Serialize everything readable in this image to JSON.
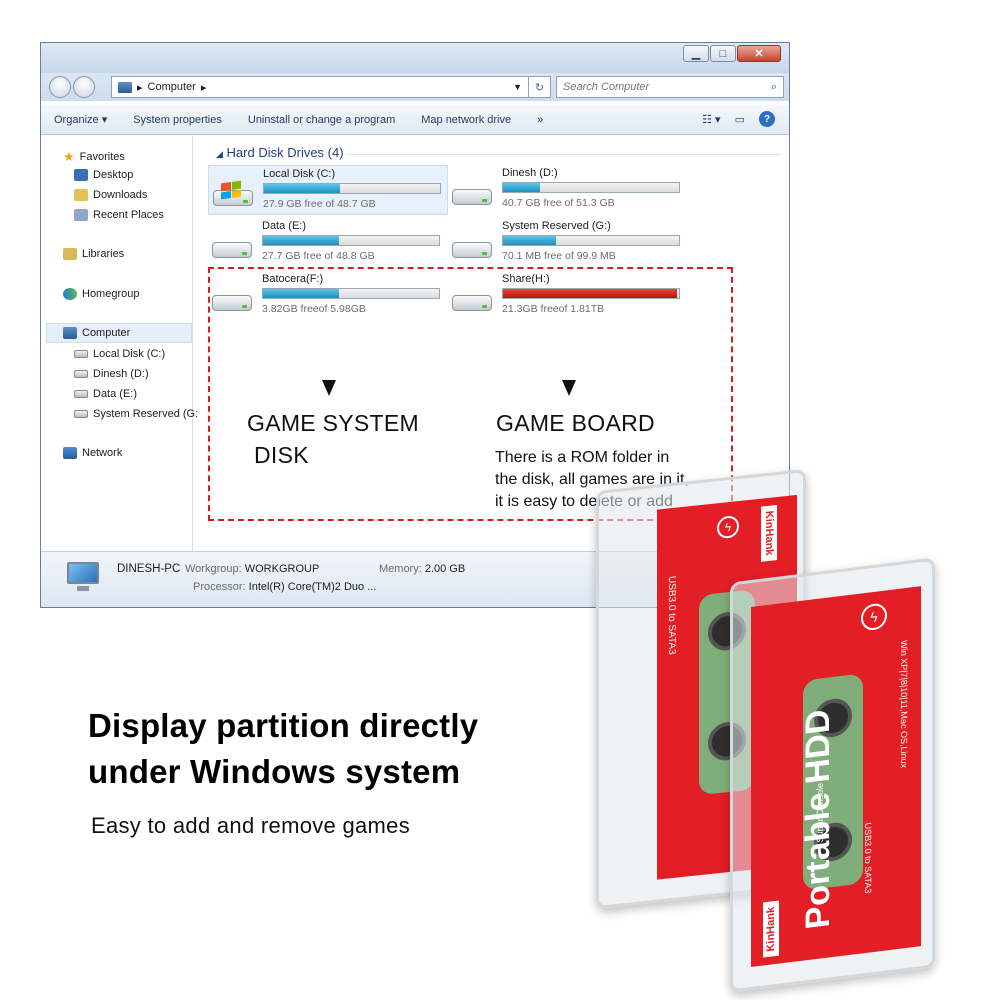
{
  "explorer": {
    "address": {
      "root_label": "Computer"
    },
    "search": {
      "placeholder": "Search Computer"
    },
    "toolbar": {
      "organize": "Organize",
      "system_properties": "System properties",
      "uninstall": "Uninstall or change a program",
      "map_drive": "Map network drive",
      "more": "»"
    },
    "sidebar": {
      "favorites": "Favorites",
      "desktop": "Desktop",
      "downloads": "Downloads",
      "recent": "Recent Places",
      "libraries": "Libraries",
      "homegroup": "Homegroup",
      "computer": "Computer",
      "local_c": "Local Disk (C:)",
      "dinesh_d": "Dinesh (D:)",
      "data_e": "Data (E:)",
      "reserved_g": "System Reserved (G:",
      "network": "Network"
    },
    "group_header": "Hard Disk Drives (4)",
    "drives": [
      {
        "name": "Local Disk (C:)",
        "free": "27.9 GB free of 48.7 GB",
        "used_fraction": 0.43
      },
      {
        "name": "Dinesh (D:)",
        "free": "40.7 GB free of 51.3 GB",
        "used_fraction": 0.21
      },
      {
        "name": "Data (E:)",
        "free": "27.7 GB free of 48.8 GB",
        "used_fraction": 0.43
      },
      {
        "name": "System Reserved (G:)",
        "free": "70.1 MB free of 99.9 MB",
        "used_fraction": 0.3
      },
      {
        "name": "Batocera(F:)",
        "free": "3.82GB freeof 5.98GB",
        "used_fraction": 0.43
      },
      {
        "name": "Share(H:)",
        "free": "21.3GB freeof 1.81TB",
        "used_fraction": 0.99
      }
    ],
    "details": {
      "pc_name": "DINESH-PC",
      "workgroup_label": "Workgroup:",
      "workgroup": "WORKGROUP",
      "memory_label": "Memory:",
      "memory": "2.00 GB",
      "processor_label": "Processor:",
      "processor": "Intel(R) Core(TM)2 Duo ..."
    }
  },
  "annotations": {
    "left_caption_1": "GAME SYSTEM",
    "left_caption_2": "DISK",
    "right_caption": "GAME BOARD",
    "right_note_1": "There is a ROM folder in",
    "right_note_2": "the disk, all games are in it,",
    "right_note_3": "it is easy to delete or add"
  },
  "headline": {
    "line1": "Display partition directly",
    "line2": "under Windows system",
    "sub": "Easy to add and remove games"
  },
  "product": {
    "brand": "KinHank",
    "title": "Portable HDD",
    "subtitle": "Super Console",
    "spec1": "USB3.0 to SATA3",
    "spec2": "Win XP|7|8|10|11,Mac OS,Linux"
  },
  "colors": {
    "accent_red": "#e31e24",
    "bar_blue": "#1f8fbf",
    "bar_red": "#b3160d",
    "dash_red": "#d71e1e"
  }
}
